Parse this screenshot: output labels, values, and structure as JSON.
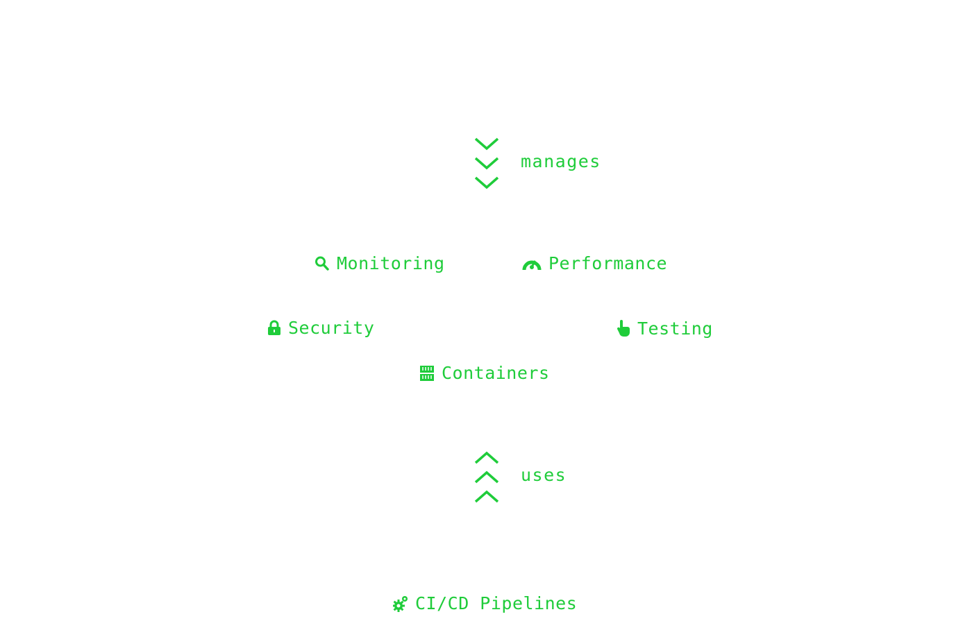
{
  "colors": {
    "accent": "#1fcc3a"
  },
  "edges": {
    "top": {
      "label": "manages",
      "direction": "down",
      "chevrons": 3
    },
    "bottom": {
      "label": "uses",
      "direction": "up",
      "chevrons": 3
    }
  },
  "nodes": {
    "monitoring": {
      "label": "Monitoring",
      "icon": "search-icon"
    },
    "performance": {
      "label": "Performance",
      "icon": "gauge-icon"
    },
    "security": {
      "label": "Security",
      "icon": "lock-icon"
    },
    "testing": {
      "label": "Testing",
      "icon": "pointer-hand-icon"
    },
    "containers": {
      "label": "Containers",
      "icon": "server-icon"
    },
    "pipelines": {
      "label": "CI/CD Pipelines",
      "icon": "gears-icon"
    }
  }
}
